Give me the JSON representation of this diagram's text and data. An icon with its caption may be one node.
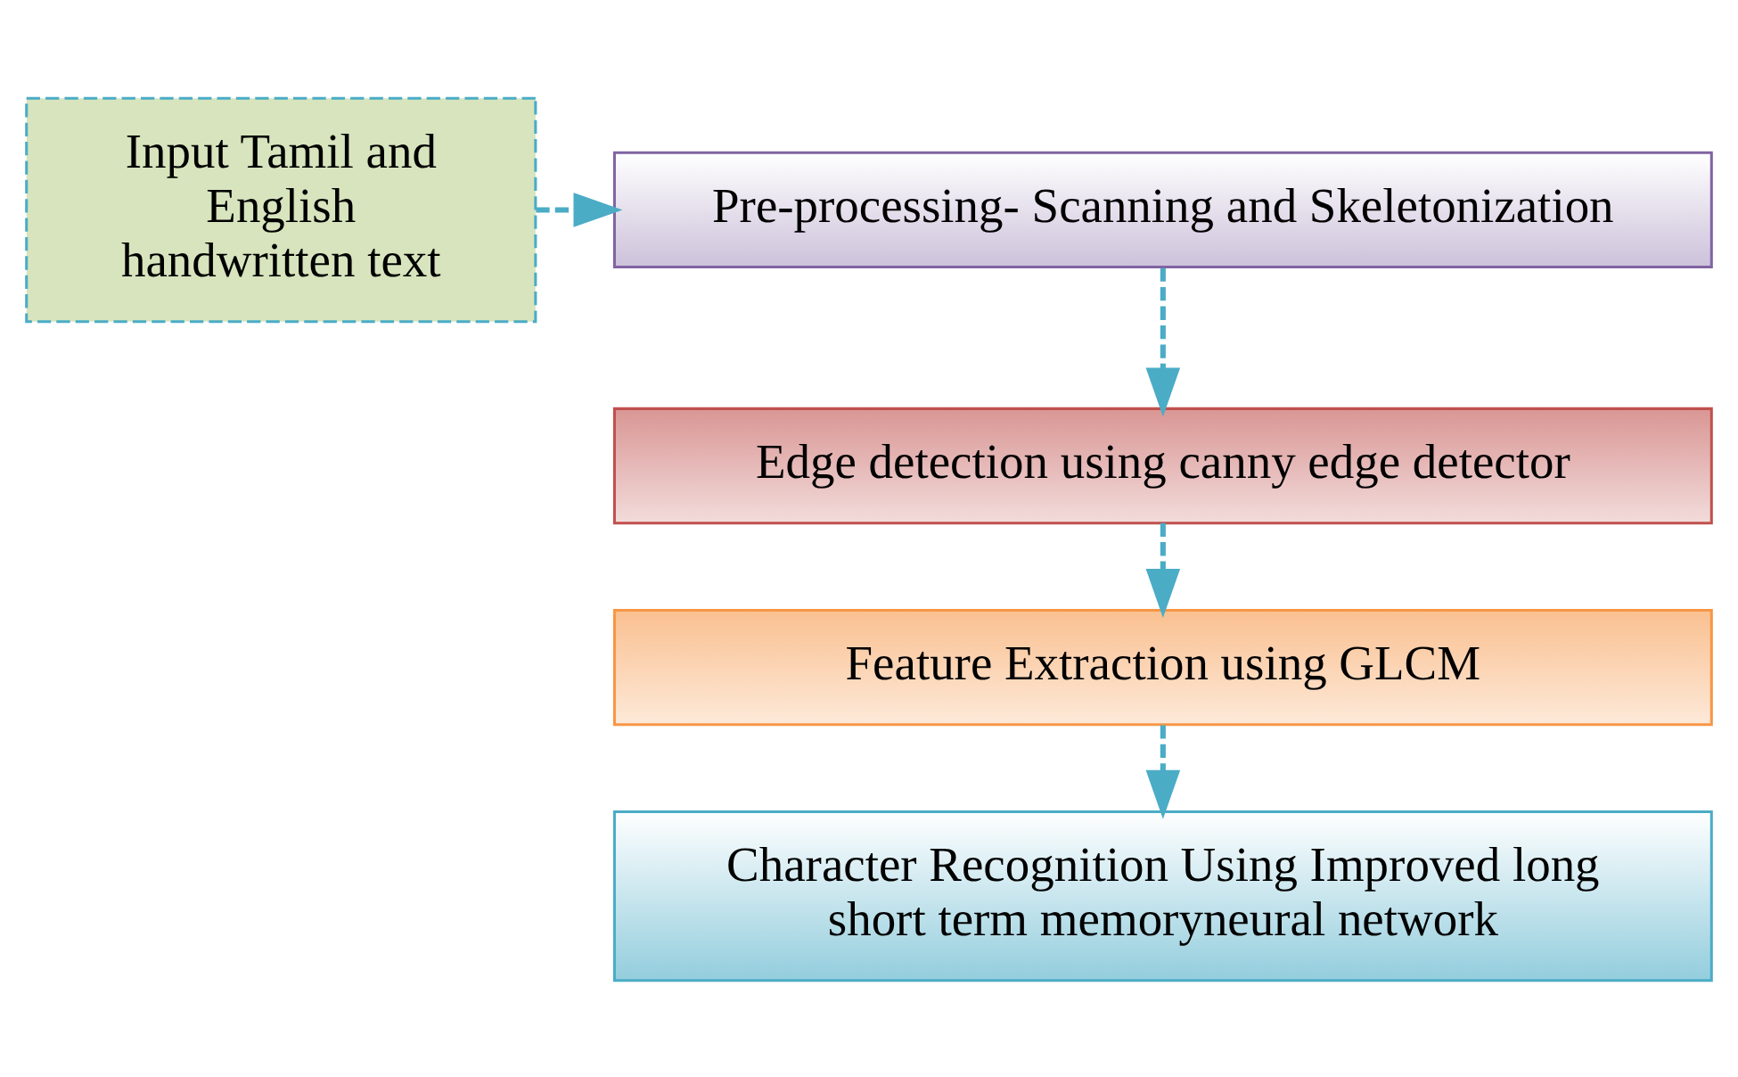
{
  "diagram": {
    "nodes": [
      {
        "text": [
          "Input Tamil and English handwritten text"
        ]
      },
      {
        "text": [
          "Pre-processing- Scanning and Skeletonization"
        ]
      },
      {
        "text": [
          "Edge detection using canny edge detector"
        ]
      },
      {
        "text": [
          "Feature Extraction using GLCM"
        ]
      },
      {
        "text": [
          "Character Recognition Using Improved long short term memoryneural network"
        ]
      }
    ],
    "edges": [
      {
        "from": 0,
        "to": 1,
        "arrow": "to",
        "style": "dashed"
      },
      {
        "from": 1,
        "to": 2,
        "arrow": "to",
        "style": "dashed"
      },
      {
        "from": 2,
        "to": 3,
        "arrow": "to",
        "style": "dashed"
      },
      {
        "from": 3,
        "to": 4,
        "arrow": "to",
        "style": "dashed"
      }
    ]
  }
}
